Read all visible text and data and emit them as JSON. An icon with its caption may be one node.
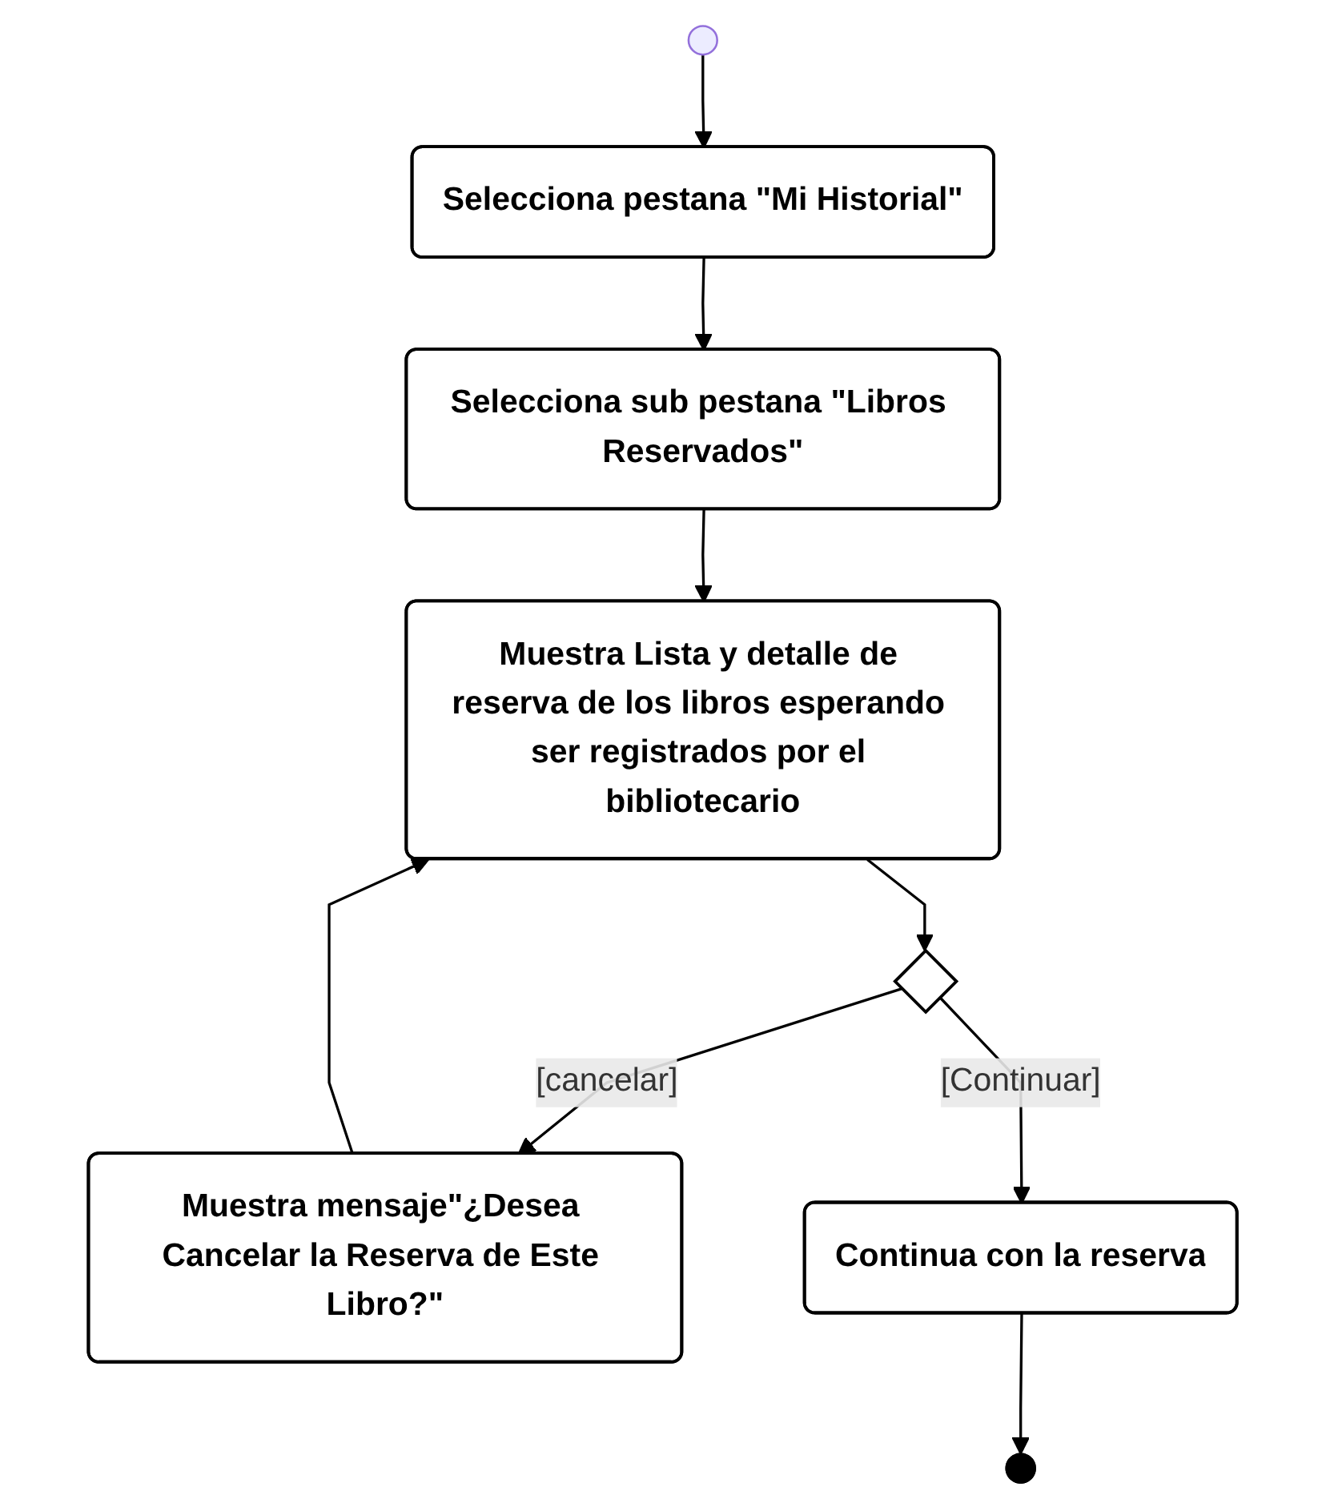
{
  "diagram": {
    "nodes": [
      {
        "text": [],
        "shape": "circle"
      },
      {
        "text": [
          "Selecciona pestana \"Mi Historial\""
        ]
      },
      {
        "text": [
          "Selecciona sub pestana \"Libros Reservados\""
        ]
      },
      {
        "text": [
          "Muestra Lista y detalle de reserva de los libros esperando ser registrados por el bibliotecario"
        ]
      },
      {
        "text": [],
        "shape": "diamond"
      },
      {
        "text": [
          "Muestra mensaje\"¿Desea Cancelar la Reserva de Este Libro?\""
        ]
      },
      {
        "text": [
          "Continua con la reserva"
        ]
      },
      {
        "text": [],
        "shape": "circle"
      }
    ],
    "edges": [
      {
        "from": 0,
        "to": 1,
        "arrow": "to"
      },
      {
        "from": 1,
        "to": 2,
        "arrow": "to"
      },
      {
        "from": 2,
        "to": 3,
        "arrow": "to"
      },
      {
        "from": 3,
        "to": 4,
        "arrow": "to"
      },
      {
        "from": 4,
        "to": 5,
        "arrow": "to",
        "label": "[cancelar]"
      },
      {
        "from": 5,
        "to": 3,
        "arrow": "to"
      },
      {
        "from": 4,
        "to": 6,
        "arrow": "to",
        "label": "[Continuar]"
      },
      {
        "from": 6,
        "to": 7,
        "arrow": "to"
      }
    ]
  }
}
